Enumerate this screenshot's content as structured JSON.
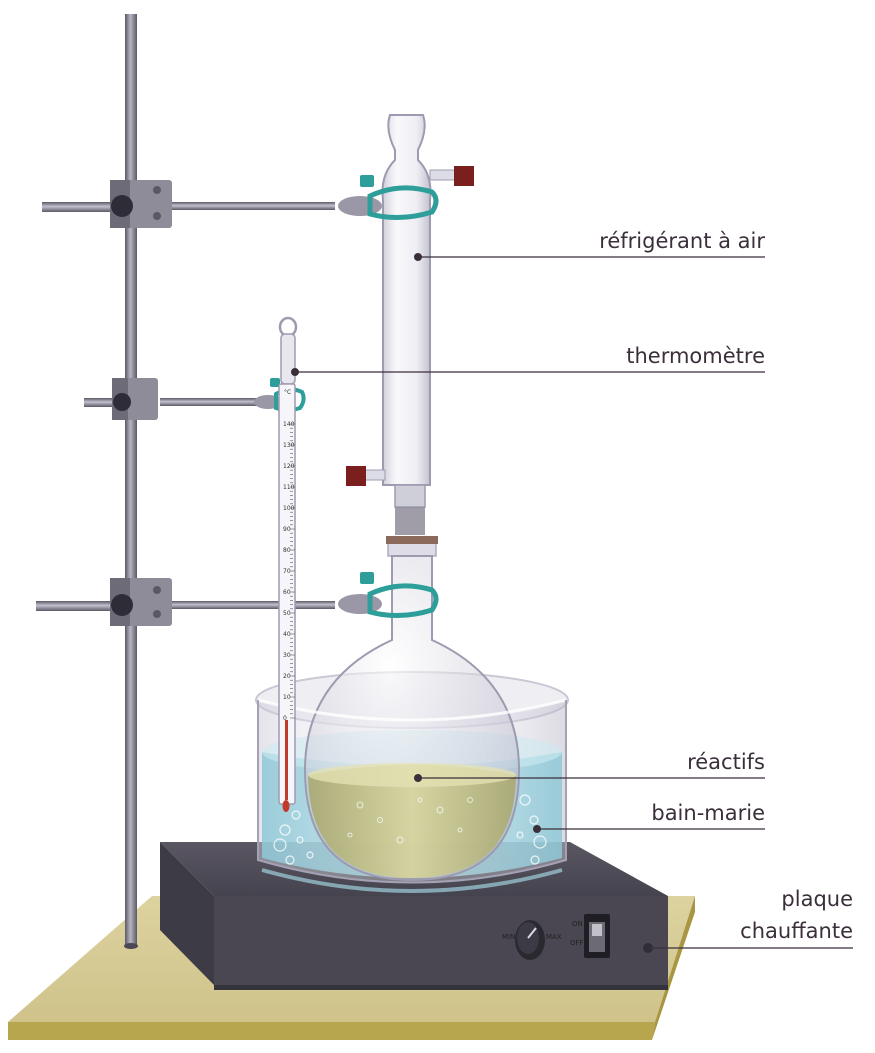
{
  "labels": {
    "condenser": "réfrigérant à air",
    "thermometer": "thermomètre",
    "reactants": "réactifs",
    "water_bath": "bain-marie",
    "hotplate_line1": "plaque",
    "hotplate_line2": "chauffante"
  },
  "hotplate": {
    "knob_min": "MIN",
    "knob_max": "MAX",
    "switch_on": "ON",
    "switch_off": "OFF"
  },
  "thermometer": {
    "unit": "°C",
    "scale": [
      "140",
      "130",
      "120",
      "110",
      "100",
      "90",
      "80",
      "70",
      "60",
      "50",
      "40",
      "30",
      "20",
      "10",
      "0"
    ]
  },
  "colors": {
    "label_text": "#3a2f3a",
    "leader_line": "#3a2f3a",
    "stand_rod": "#7d7a8a",
    "clamp_clip": "#2e9e9a",
    "stopper_red": "#7a1e1e",
    "hotplate": "#4a4752",
    "base_board": "#d4c892",
    "water": "#a9d8e3",
    "reactants": "#c9c78e"
  }
}
